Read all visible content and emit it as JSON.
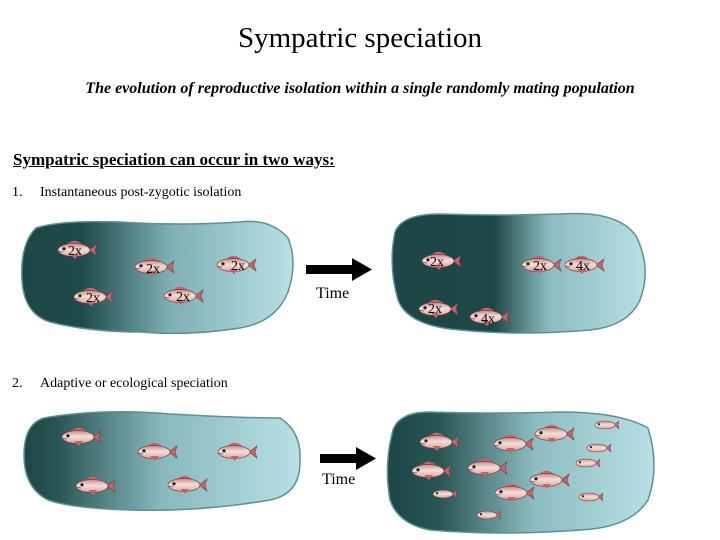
{
  "title": "Sympatric speciation",
  "subtitle": "The evolution of reproductive isolation within a single randomly mating population",
  "heading": "Sympatric speciation can occur in two ways:",
  "items": [
    {
      "number": "1.",
      "text": "Instantaneous post-zygotic isolation"
    },
    {
      "number": "2.",
      "text": "Adaptive or ecological speciation"
    }
  ],
  "arrows": [
    {
      "label": "Time"
    },
    {
      "label": "Time"
    }
  ],
  "ploidy_labels": {
    "pond1": [
      "2x",
      "2x",
      "2x",
      "2x",
      "2x"
    ],
    "pond2": [
      "2x",
      "2x",
      "4x",
      "2x",
      "4x"
    ]
  },
  "colors": {
    "pond_dark": "#1d4646",
    "pond_light": "#b6dfe3",
    "pond_outline": "#5c8f96",
    "fish_body": "#e8c2bc",
    "fish_fin": "#c4656a",
    "arrow": "#000000"
  }
}
